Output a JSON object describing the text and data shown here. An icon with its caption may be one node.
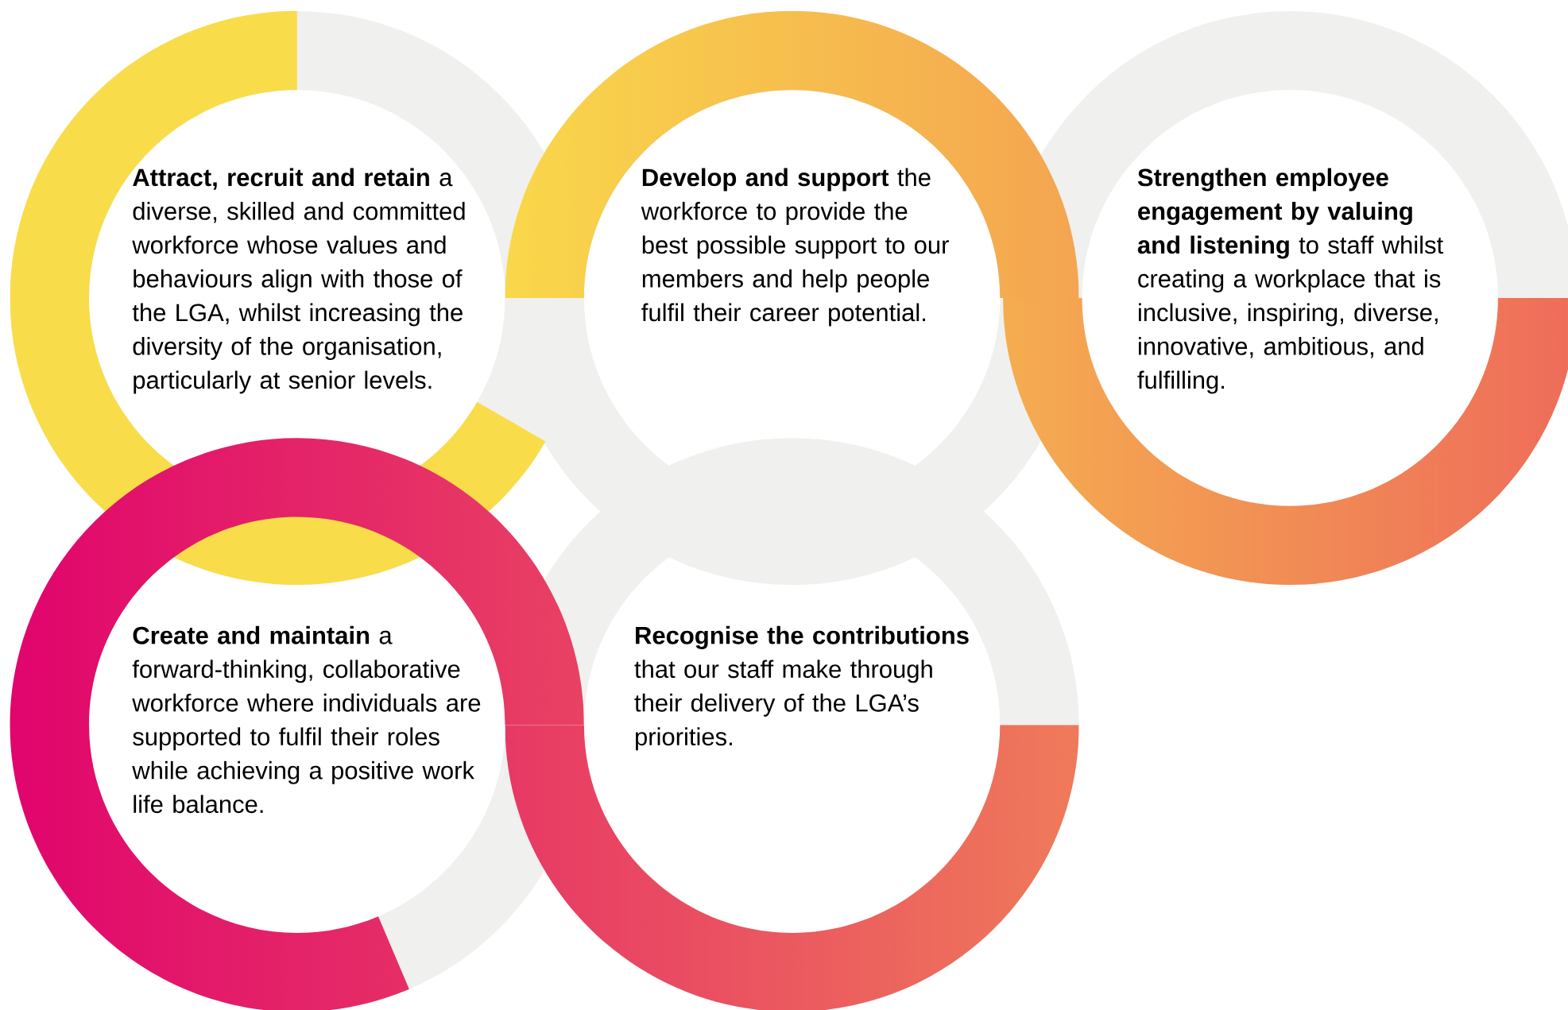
{
  "diagram": {
    "nodes": [
      {
        "text": [
          "**Attract, recruit and retain** a diverse, skilled and committed workforce whose values and behaviours align with those of the LGA, whilst increasing the diversity of the organisation, particularly at senior levels."
        ]
      },
      {
        "text": [
          "**Develop and support** the workforce to provide the best possible support to our members and help people fulfil their career potential."
        ]
      },
      {
        "text": [
          "**Strengthen employee engagement by valuing and listening** to staff whilst creating a workplace that is inclusive, inspiring, diverse, innovative, ambitious, and fulfilling."
        ]
      },
      {
        "text": [
          "**Create and maintain** a forward-thinking, collaborative workforce where individuals are supported to fulfil their roles while achieving a positive work life balance."
        ]
      },
      {
        "text": [
          "**Recognise the contributions** that our staff make through their delivery of the LGA’s priorities."
        ]
      }
    ]
  }
}
